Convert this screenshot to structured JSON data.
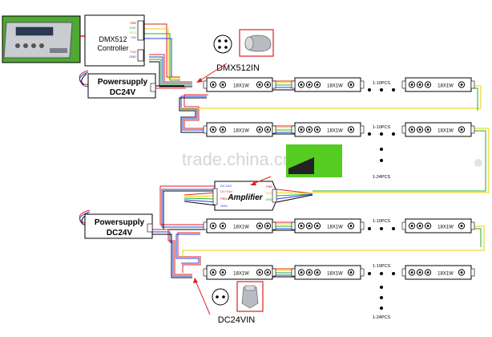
{
  "controller": {
    "line1": "DMX512",
    "line2": "Controller",
    "pins": [
      "PBB",
      "GND",
      "VCC",
      "+5V",
      "TXD",
      "GND"
    ]
  },
  "power_supplies": [
    {
      "line1": "Powersupply",
      "line2": "DC24V"
    },
    {
      "line1": "Powersupply",
      "line2": "DC24V"
    }
  ],
  "amplifier": {
    "label": "Amplifier",
    "pins_left": [
      "DC-24V",
      "DC+24V",
      "PBB",
      "GND"
    ],
    "pins_right": [
      "PBB",
      "VCC",
      "GND"
    ]
  },
  "connectors": {
    "dmx_in": "DMX512IN",
    "dc_in": "DC24VIN"
  },
  "led_module_label": "18X1W",
  "count_labels": {
    "per_row": "1-10PCS",
    "rows": "1-24PCS"
  },
  "watermark": "trade.china.cn",
  "colors": {
    "red": "#e02020",
    "blue": "#2a3fd8",
    "green": "#22b022",
    "yellow": "#e8d000",
    "black": "#000000",
    "watermark_box": "#55cc22"
  }
}
